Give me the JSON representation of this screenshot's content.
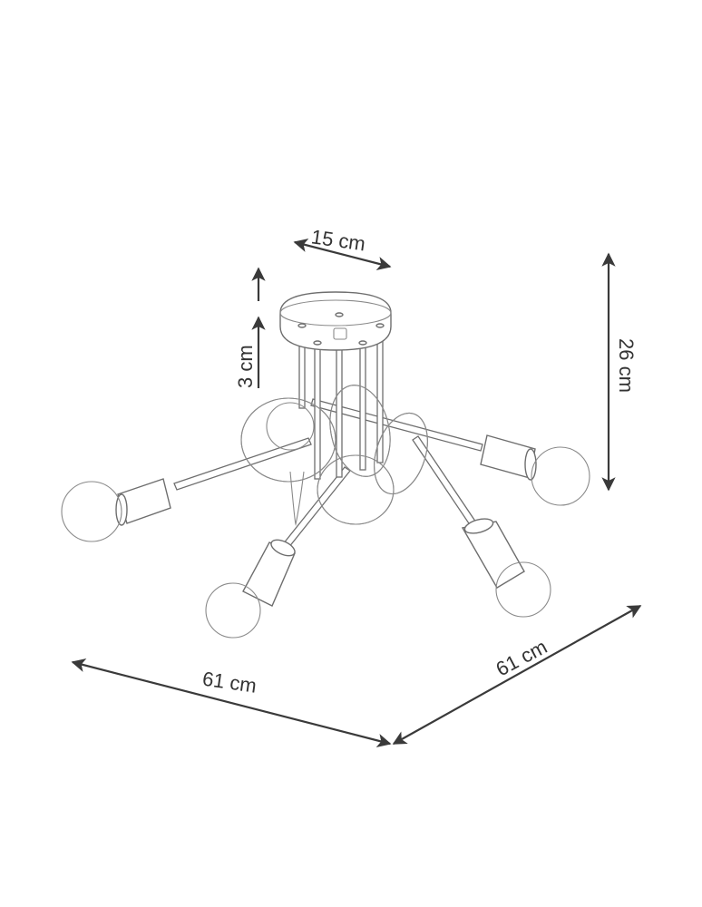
{
  "diagram": {
    "type": "technical-dimension-drawing",
    "subject": "ceiling lamp with 5 bulb arms and looped tubes",
    "colors": {
      "background": "#ffffff",
      "dimension_lines": "#3a3a3a",
      "drawing_lines": "#6e6e6e",
      "text": "#333333"
    },
    "dimensions": {
      "canopy_diameter": {
        "label": "15 cm",
        "value": 15,
        "unit": "cm"
      },
      "canopy_height": {
        "label": "3 cm",
        "value": 3,
        "unit": "cm"
      },
      "total_height": {
        "label": "26 cm",
        "value": 26,
        "unit": "cm"
      },
      "width_left": {
        "label": "61 cm",
        "value": 61,
        "unit": "cm"
      },
      "width_right": {
        "label": "61 cm",
        "value": 61,
        "unit": "cm"
      }
    },
    "components": {
      "canopy": "round ceiling canopy",
      "arms": 5,
      "bulbs": 5
    }
  }
}
